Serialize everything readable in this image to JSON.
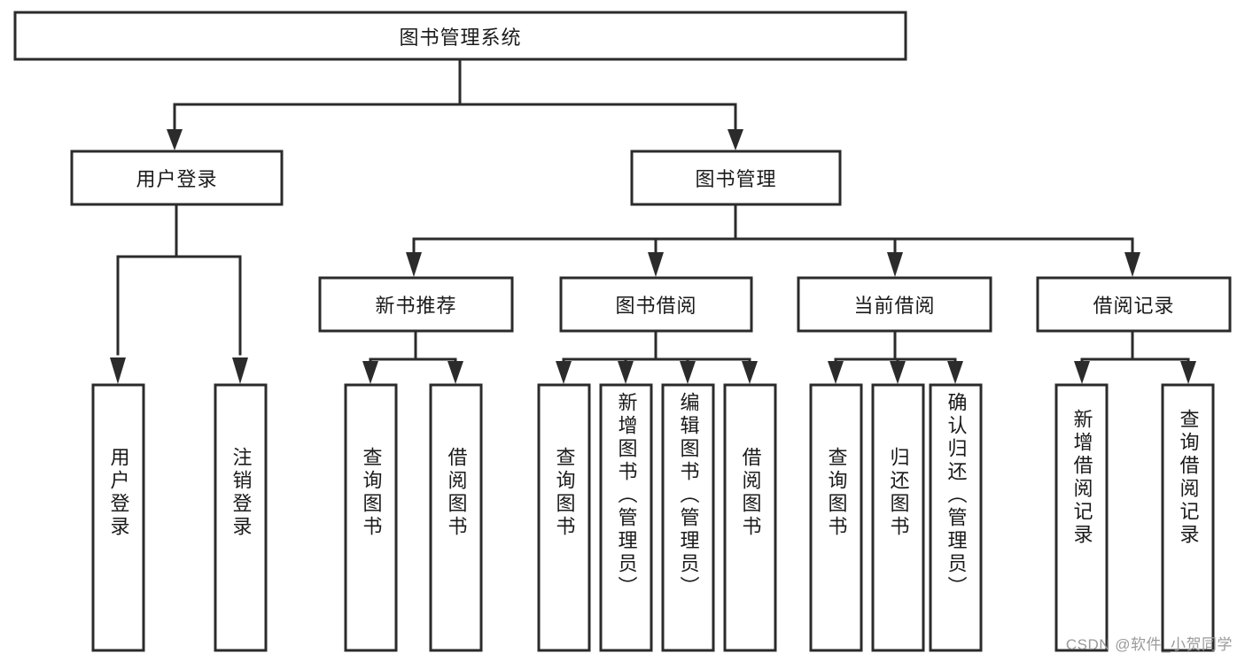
{
  "diagram": {
    "type": "tree-hierarchy",
    "title": "图书管理系统",
    "orientation": "top-down",
    "colors": {
      "box_stroke": "#2b2b2b",
      "box_fill": "#ffffff",
      "text": "#1a1a1a",
      "connector": "#2b2b2b",
      "background": "#ffffff",
      "watermark": "#9a9a9a"
    },
    "root": {
      "label": "图书管理系统"
    },
    "level2": [
      {
        "label": "用户登录"
      },
      {
        "label": "图书管理"
      }
    ],
    "level3": [
      {
        "label": "新书推荐"
      },
      {
        "label": "图书借阅"
      },
      {
        "label": "当前借阅"
      },
      {
        "label": "借阅记录"
      }
    ],
    "leaves": {
      "user_login": [
        {
          "label": "用户登录"
        },
        {
          "label": "注销登录"
        }
      ],
      "new_book_recommend": [
        {
          "label": "查询图书"
        },
        {
          "label": "借阅图书"
        }
      ],
      "book_borrow": [
        {
          "label": "查询图书"
        },
        {
          "label": "新增图书（管理员）"
        },
        {
          "label": "编辑图书（管理员）"
        },
        {
          "label": "借阅图书"
        }
      ],
      "current_borrow": [
        {
          "label": "查询图书"
        },
        {
          "label": "归还图书"
        },
        {
          "label": "确认归还（管理员）"
        }
      ],
      "borrow_record": [
        {
          "label": "新增借阅记录"
        },
        {
          "label": "查询借阅记录"
        }
      ]
    }
  },
  "watermark": {
    "text": "CSDN @软件_小贺同学"
  }
}
